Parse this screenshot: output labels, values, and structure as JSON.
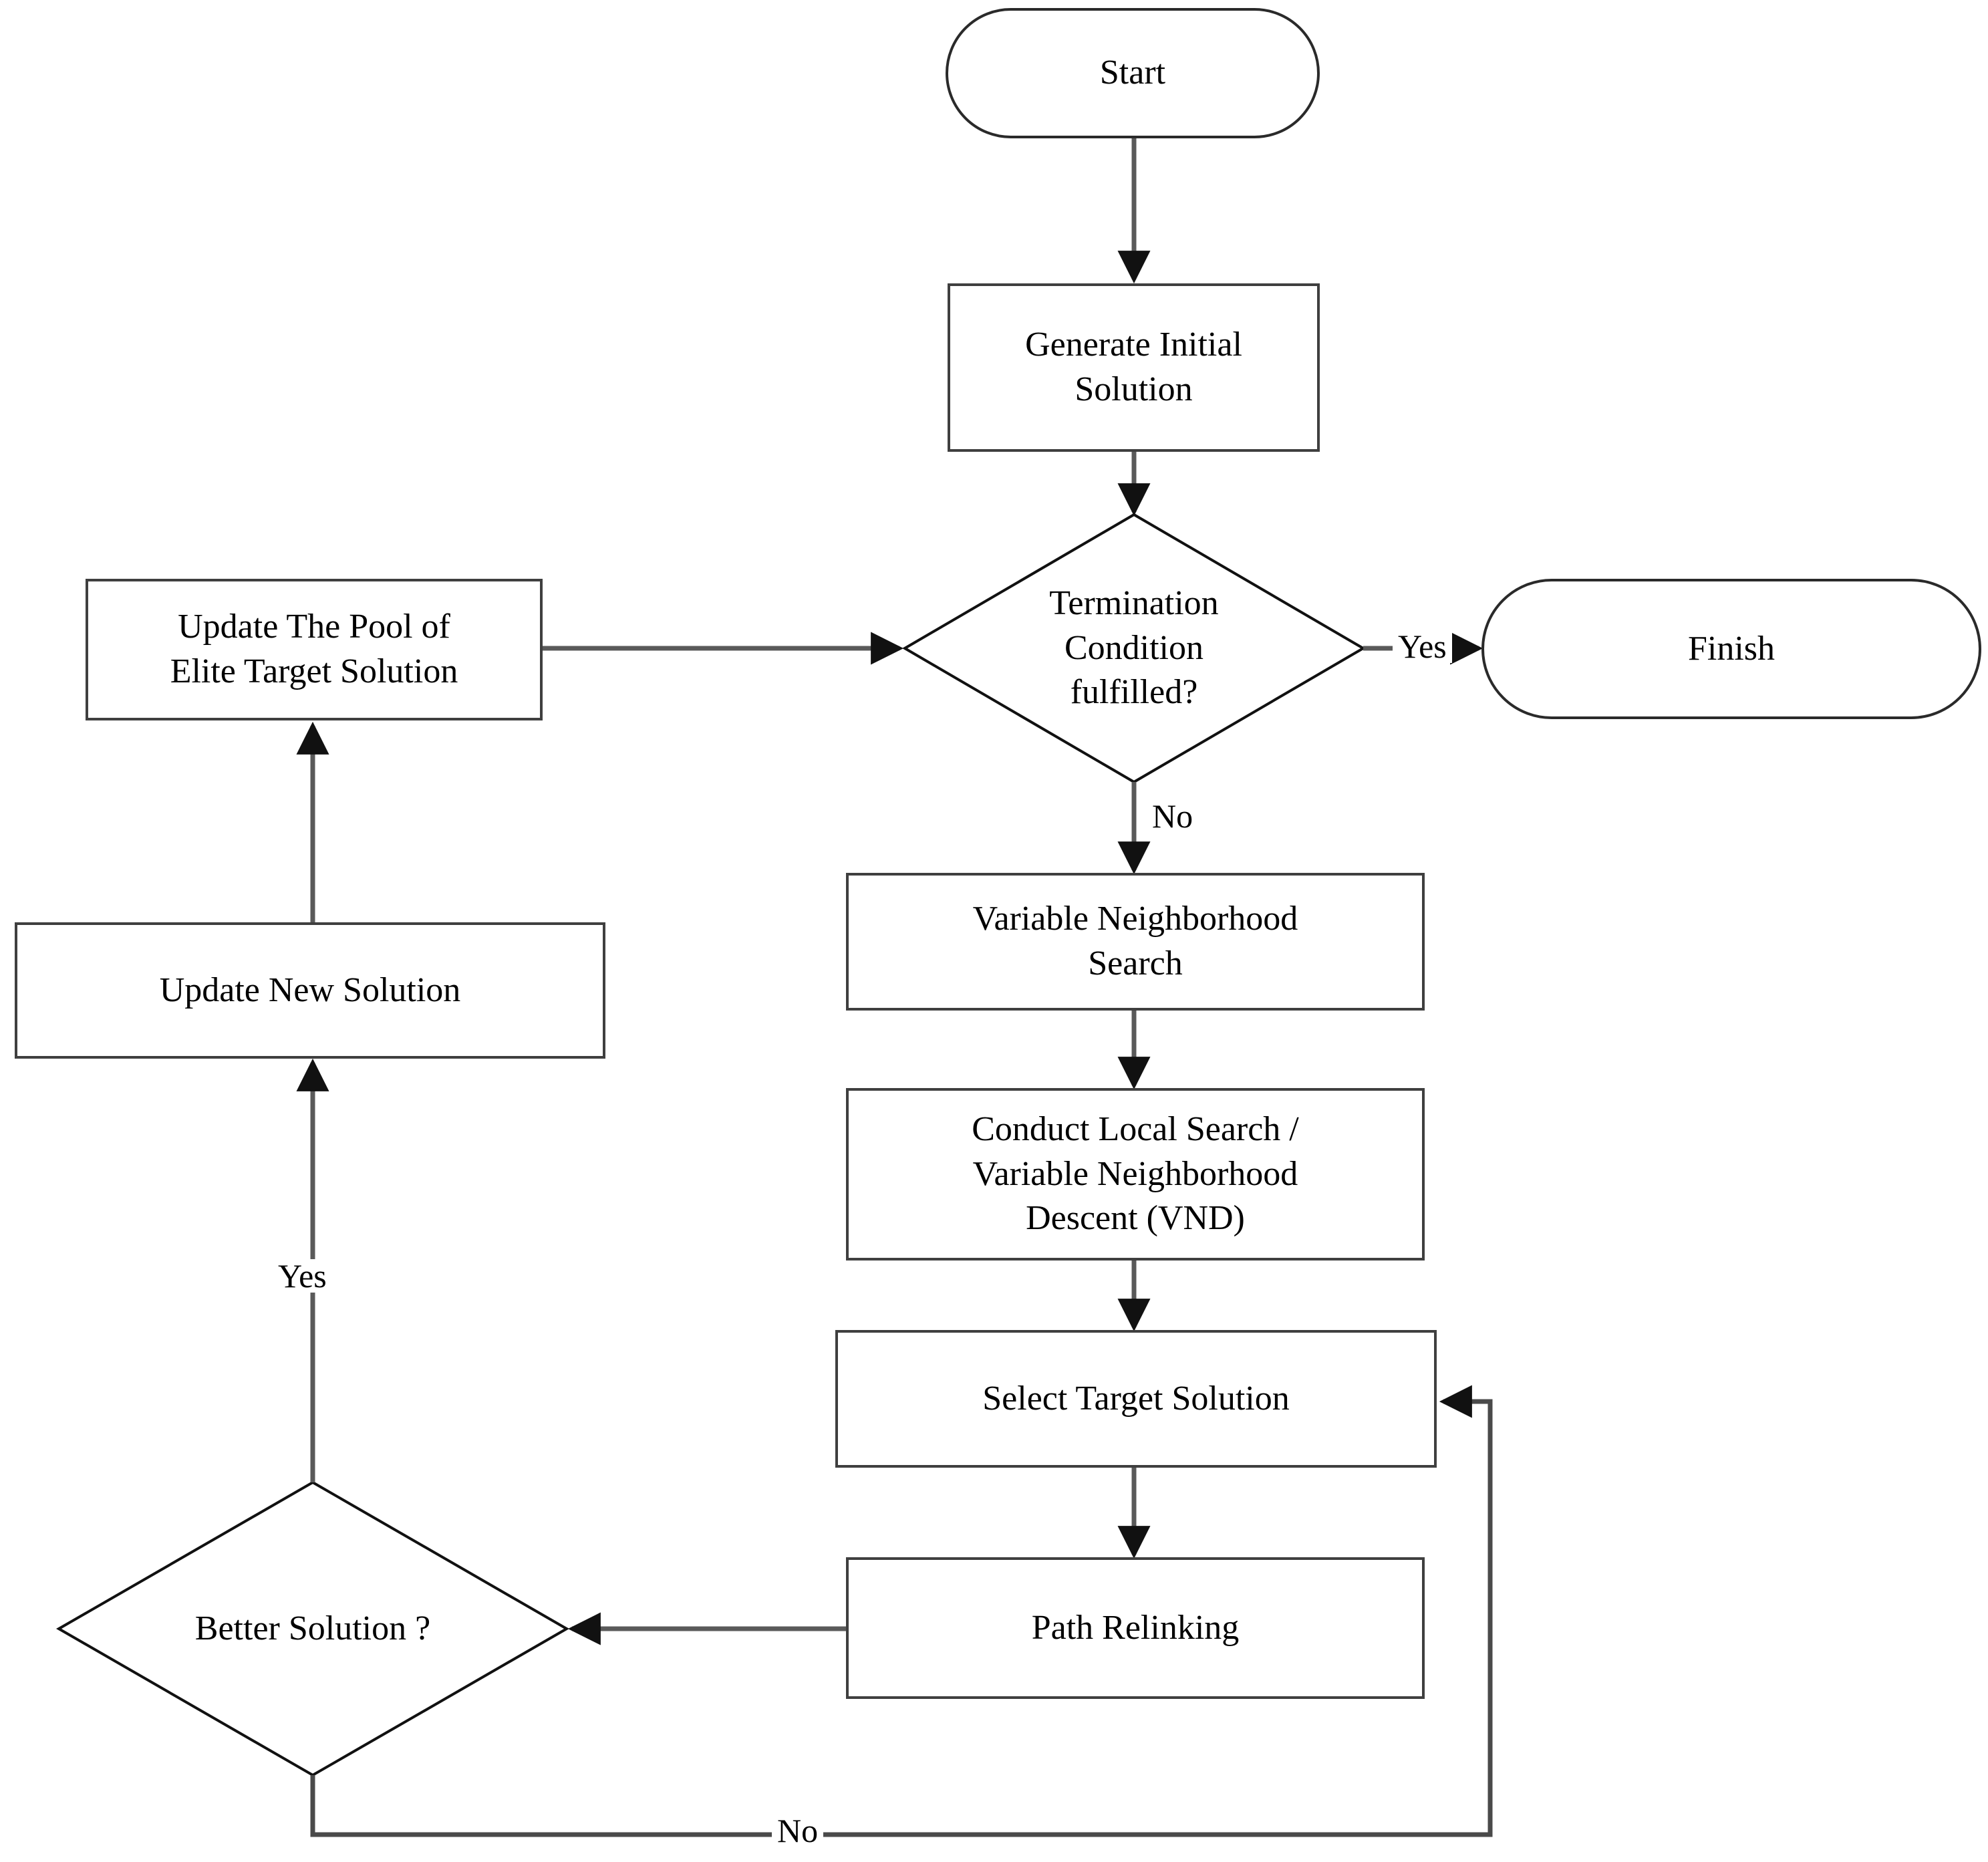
{
  "diagram": {
    "type": "flowchart",
    "title": "",
    "background_color": "#ffffff",
    "line_color": "#4a4a4a",
    "shape_border_color": "#3f3f3f",
    "text_color": "#000000",
    "nodes": [
      {
        "id": "start",
        "shape": "terminator",
        "label": "Start"
      },
      {
        "id": "generate-initial-solution",
        "shape": "process",
        "label": "Generate Initial\nSolution",
        "line1": "Generate Initial",
        "line2": "Solution"
      },
      {
        "id": "termination-condition",
        "shape": "decision",
        "label": "Termination Condition fulfilled?",
        "line1": "Termination",
        "line2": "Condition",
        "line3": "fulfilled?"
      },
      {
        "id": "finish",
        "shape": "terminator",
        "label": "Finish"
      },
      {
        "id": "update-pool-elite-target-solution",
        "shape": "process",
        "label": "Update The Pool of Elite Target Solution",
        "line1": "Update The Pool of",
        "line2": "Elite Target Solution"
      },
      {
        "id": "update-new-solution",
        "shape": "process",
        "label": "Update New Solution"
      },
      {
        "id": "variable-neighborhood-search",
        "shape": "process",
        "label": "Variable Neighborhood Search",
        "line1": "Variable Neighborhood",
        "line2": "Search"
      },
      {
        "id": "conduct-local-search-vnd",
        "shape": "process",
        "label": "Conduct Local Search / Variable Neighborhood Descent (VND)",
        "line1": "Conduct Local Search /",
        "line2": "Variable Neighborhood",
        "line3": "Descent (VND)"
      },
      {
        "id": "select-target-solution",
        "shape": "process",
        "label": "Select Target Solution"
      },
      {
        "id": "path-relinking",
        "shape": "process",
        "label": "Path Relinking"
      },
      {
        "id": "better-solution",
        "shape": "decision",
        "label": "Better Solution ?"
      }
    ],
    "edge_labels": {
      "termination_yes": "Yes",
      "termination_no": "No",
      "better_solution_yes": "Yes",
      "better_solution_no": "No"
    },
    "edges": [
      {
        "from": "start",
        "to": "generate-initial-solution",
        "label": ""
      },
      {
        "from": "generate-initial-solution",
        "to": "termination-condition",
        "label": ""
      },
      {
        "from": "termination-condition",
        "to": "finish",
        "label": "Yes"
      },
      {
        "from": "termination-condition",
        "to": "variable-neighborhood-search",
        "label": "No"
      },
      {
        "from": "variable-neighborhood-search",
        "to": "conduct-local-search-vnd",
        "label": ""
      },
      {
        "from": "conduct-local-search-vnd",
        "to": "select-target-solution",
        "label": ""
      },
      {
        "from": "select-target-solution",
        "to": "path-relinking",
        "label": ""
      },
      {
        "from": "path-relinking",
        "to": "better-solution",
        "label": ""
      },
      {
        "from": "better-solution",
        "to": "update-new-solution",
        "label": "Yes"
      },
      {
        "from": "update-new-solution",
        "to": "update-pool-elite-target-solution",
        "label": ""
      },
      {
        "from": "update-pool-elite-target-solution",
        "to": "termination-condition",
        "label": ""
      },
      {
        "from": "better-solution",
        "to": "select-target-solution",
        "label": "No"
      }
    ]
  }
}
